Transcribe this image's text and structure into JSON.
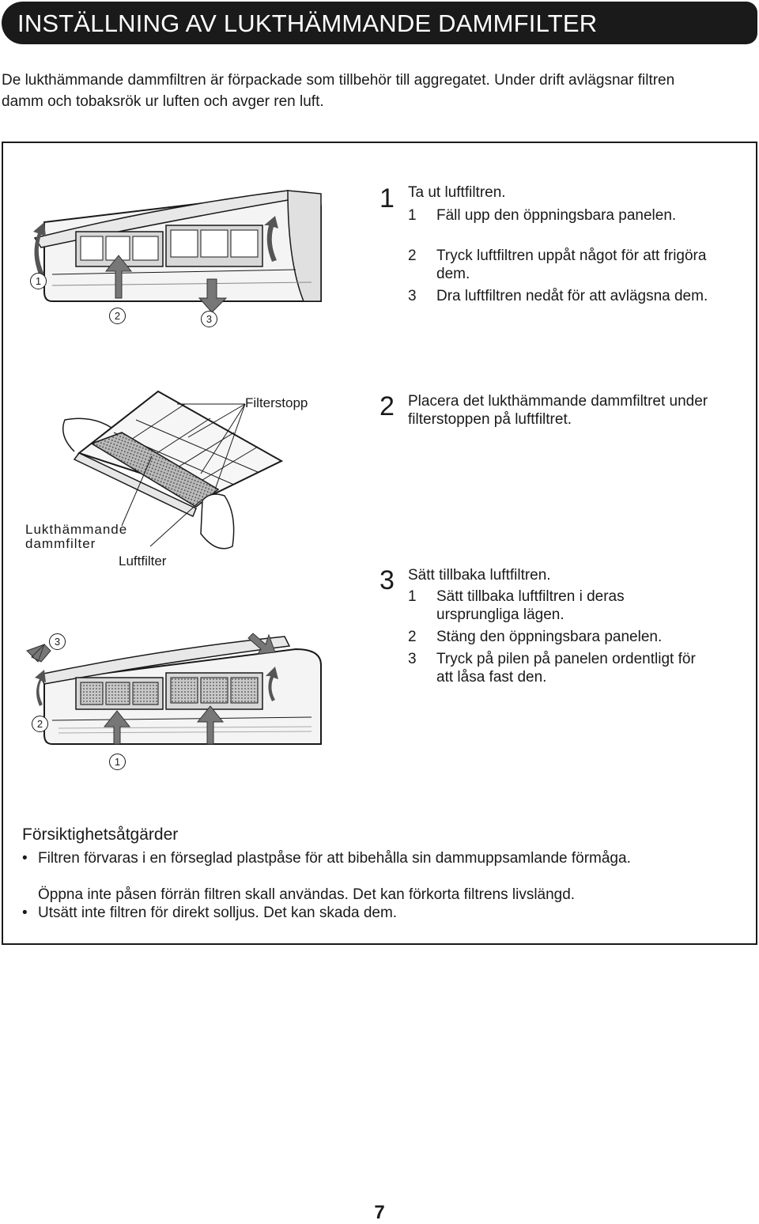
{
  "header": {
    "title": "INSTÄLLNING AV LUKTHÄMMANDE DAMMFILTER"
  },
  "intro": "De lukthämmande dammfiltren är förpackade som tillbehör till aggregatet. Under drift avlägsnar filtren damm och tobaksrök ur luften och avger ren luft.",
  "step1": {
    "number": "1",
    "title": "Ta ut luftfiltren.",
    "substeps": [
      {
        "n": "1",
        "text": "Fäll upp den öppningsbara panelen."
      },
      {
        "n": "2",
        "text": "Tryck luftfiltren uppåt något för att frigöra dem."
      },
      {
        "n": "3",
        "text": "Dra luftfiltren nedåt för att avlägsna dem."
      }
    ],
    "markers": [
      "1",
      "2",
      "3"
    ]
  },
  "step2": {
    "number": "2",
    "title": "Placera det lukthämmande dammfiltret under filterstoppen på luftfiltret.",
    "labels": {
      "filterstopp": "Filterstopp",
      "deodorizing": "Lukthämmande dammfilter",
      "airfilter": "Luftfilter"
    }
  },
  "step3": {
    "number": "3",
    "title": "Sätt tillbaka luftfiltren.",
    "substeps": [
      {
        "n": "1",
        "text": "Sätt tillbaka luftfiltren i deras ursprungliga lägen."
      },
      {
        "n": "2",
        "text": "Stäng den öppningsbara panelen."
      },
      {
        "n": "3",
        "text": "Tryck på pilen på panelen ordentligt för att låsa fast den."
      }
    ],
    "markers": [
      "3",
      "2",
      "1"
    ]
  },
  "precautions": {
    "title": "Försiktighetsåtgärder",
    "bullets": [
      {
        "dot": "•",
        "text": "Filtren förvaras i en förseglad plastpåse för att bibehålla sin dammuppsamlande förmåga."
      },
      {
        "dot": "",
        "text": "Öppna inte påsen förrän filtren skall användas. Det kan förkorta filtrens livslängd."
      },
      {
        "dot": "•",
        "text": "Utsätt inte filtren för direkt solljus. Det kan skada dem."
      }
    ]
  },
  "page_number": "7"
}
